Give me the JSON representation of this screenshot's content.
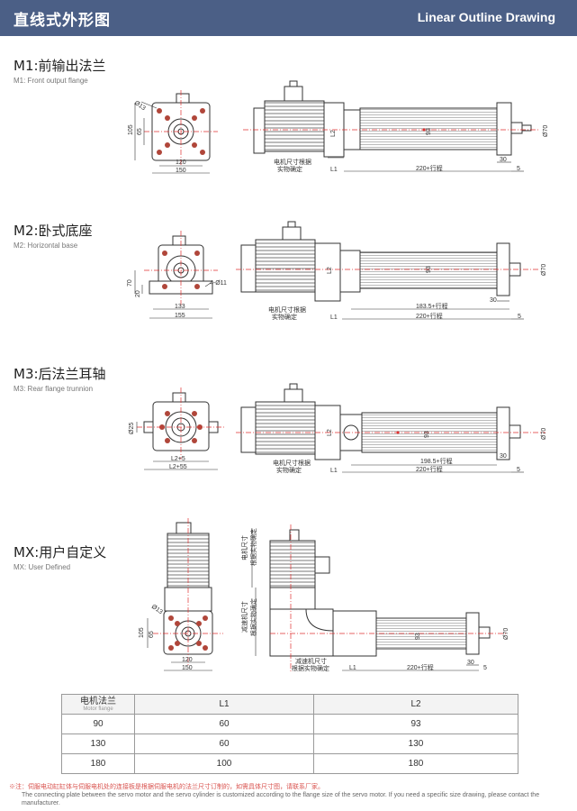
{
  "header": {
    "title_cn": "直线式外形图",
    "title_en": "Linear Outline Drawing",
    "bg_color": "#4b5f86"
  },
  "sections": {
    "m1": {
      "title_cn": "M1:前输出法兰",
      "title_en": "M1: Front output flange",
      "front": {
        "dia": "Ø13",
        "h_outer": "105",
        "h_inner": "65",
        "w_inner": "120",
        "w_outer": "150"
      },
      "side": {
        "l2": "L2",
        "dia_end": "Ø70",
        "bore": "93",
        "motor_note1": "电机尺寸根据",
        "motor_note2": "实物确定",
        "l1": "L1",
        "stroke": "220+行程",
        "dim30": "30",
        "dim5": "5"
      }
    },
    "m2": {
      "title_cn": "M2:卧式底座",
      "title_en": "M2: Horizontal base",
      "front": {
        "hole": "4-Ø11",
        "h70": "70",
        "h20": "20",
        "w_inner": "133",
        "w_outer": "155"
      },
      "side": {
        "l2": "L2",
        "dia_end": "Ø70",
        "bore": "93",
        "dim30": "30",
        "inner": "183.5+行程",
        "motor_note1": "电机尺寸根据",
        "motor_note2": "实物确定",
        "l1": "L1",
        "stroke": "220+行程",
        "dim5": "5"
      }
    },
    "m3": {
      "title_cn": "M3:后法兰耳轴",
      "title_en": "M3: Rear flange trunnion",
      "front": {
        "dia": "Ø25",
        "w_inner": "L2+5",
        "w_outer": "L2+55"
      },
      "side": {
        "l2": "L2",
        "dia_end": "Ø70",
        "bore": "93",
        "inner": "198.5+行程",
        "dim30": "30",
        "motor_note1": "电机尺寸根据",
        "motor_note2": "实物确定",
        "l1": "L1",
        "stroke": "220+行程",
        "dim5": "5"
      }
    },
    "mx": {
      "title_cn": "MX:用户自定义",
      "title_en": "MX: User Defined",
      "front": {
        "dia": "Ø13",
        "h_outer": "105",
        "h_inner": "65",
        "w_inner": "120",
        "w_outer": "150"
      },
      "side": {
        "motor_note1": "电机尺寸",
        "motor_note2": "根据实物确定",
        "reducer_note1": "减速机尺寸",
        "reducer_note2": "根据实物确定",
        "reducer_note3": "减速机尺寸",
        "reducer_note4": "根据实物确定",
        "bore": "93",
        "dia_end": "Ø70",
        "l1": "L1",
        "stroke": "220+行程",
        "dim30": "30",
        "dim5": "5"
      }
    }
  },
  "table": {
    "header": {
      "col0_cn": "电机法兰",
      "col0_en": "Motor flange",
      "col1": "L1",
      "col2": "L2"
    },
    "rows": [
      {
        "flange": "90",
        "l1": "60",
        "l2": "93"
      },
      {
        "flange": "130",
        "l1": "60",
        "l2": "130"
      },
      {
        "flange": "180",
        "l1": "100",
        "l2": "180"
      }
    ]
  },
  "note": {
    "cn": "※注：伺服电动缸缸体与伺服电机处的连接板是根据伺服电机的法兰尺寸订制的，如需具体尺寸图，请联系厂家。",
    "en": "The connecting plate between the servo motor and the servo cylinder is customized according to the flange size of the servo motor. If you need a specific size drawing, please contact the manufacturer."
  },
  "colors": {
    "line": "#333333",
    "center": "#e03030",
    "hole": "#b0463a"
  }
}
